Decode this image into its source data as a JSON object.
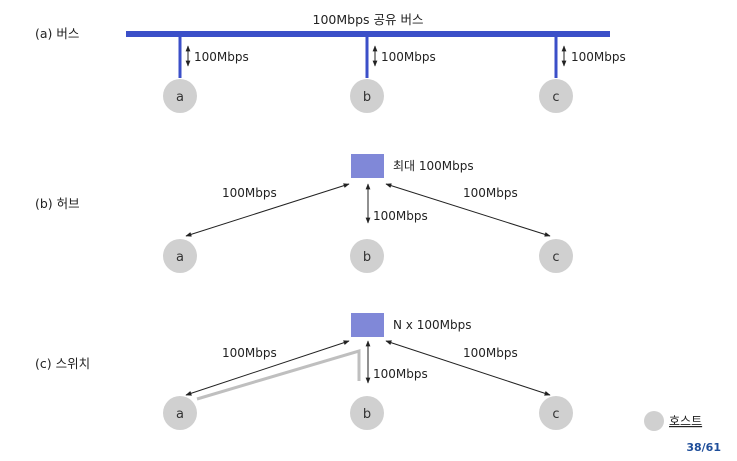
{
  "section_a": {
    "label": "(a) 버스",
    "bus_label": "100Mbps 공유 버스",
    "links": [
      "100Mbps",
      "100Mbps",
      "100Mbps"
    ],
    "hosts": [
      "a",
      "b",
      "c"
    ]
  },
  "section_b": {
    "label": "(b) 허브",
    "hub_label": "최대 100Mbps",
    "links": [
      "100Mbps",
      "100Mbps",
      "100Mbps"
    ],
    "hosts": [
      "a",
      "b",
      "c"
    ]
  },
  "section_c": {
    "label": "(c) 스위치",
    "switch_label": "N x 100Mbps",
    "links": [
      "100Mbps",
      "100Mbps",
      "100Mbps"
    ],
    "hosts": [
      "a",
      "b",
      "c"
    ]
  },
  "legend": {
    "label": "호스트"
  },
  "page_number": "38/61",
  "colors": {
    "bus": "#3b4fc8",
    "hub": "#8088d8",
    "host": "#d0d0d0",
    "arrow": "#222222",
    "switch_path": "#bfbfbf"
  }
}
